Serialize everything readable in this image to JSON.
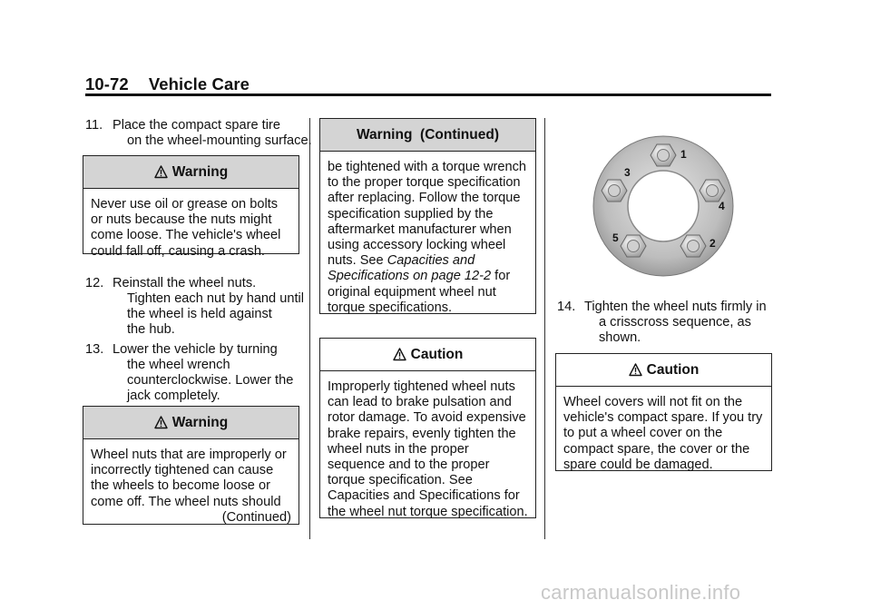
{
  "header": {
    "page_number": "10-72",
    "section": "Vehicle Care"
  },
  "col1": {
    "step11": {
      "num": "11.",
      "line1": "Place the compact spare tire",
      "line2": "on the wheel-mounting surface."
    },
    "warning1": {
      "title": "Warning",
      "lines": [
        "Never use oil or grease on bolts",
        "or nuts because the nuts might",
        "come loose. The vehicle's wheel",
        "could fall off, causing a crash."
      ]
    },
    "step12": {
      "num": "12.",
      "line1": "Reinstall the wheel nuts.",
      "lines": [
        "Tighten each nut by hand until",
        "the wheel is held against",
        "the hub."
      ]
    },
    "step13": {
      "num": "13.",
      "line1": "Lower the vehicle by turning",
      "lines": [
        "the wheel wrench",
        "counterclockwise. Lower the",
        "jack completely."
      ]
    },
    "warning2": {
      "title": "Warning",
      "lines": [
        "Wheel nuts that are improperly or",
        "incorrectly tightened can cause",
        "the wheels to become loose or",
        "come off. The wheel nuts should"
      ],
      "continued": "(Continued)"
    }
  },
  "col2": {
    "warning_cont": {
      "title": "Warning  (Continued)",
      "lines": [
        "be tightened with a torque wrench",
        "to the proper torque specification",
        "after replacing. Follow the torque",
        "specification supplied by the",
        "aftermarket manufacturer when",
        "using accessory locking wheel"
      ],
      "line7_pre": "nuts. See ",
      "line7_ital": "Capacities and",
      "line8_ital": "Specifications on page 12-2",
      "line8_post": " for",
      "lines_end": [
        "original equipment wheel nut",
        "torque specifications."
      ]
    },
    "caution1": {
      "title": "Caution",
      "lines": [
        "Improperly tightened wheel nuts",
        "can lead to brake pulsation and",
        "rotor damage. To avoid expensive",
        "brake repairs, evenly tighten the",
        "wheel nuts in the proper",
        "sequence and to the proper",
        "torque specification. See",
        "Capacities and Specifications for",
        "the wheel nut torque specification."
      ]
    }
  },
  "col3": {
    "diagram_labels": [
      "1",
      "2",
      "3",
      "4",
      "5"
    ],
    "step14": {
      "num": "14.",
      "line1": "Tighten the wheel nuts firmly in",
      "lines": [
        "a crisscross sequence, as",
        "shown."
      ]
    },
    "caution2": {
      "title": "Caution",
      "lines": [
        "Wheel covers will not fit on the",
        "vehicle's compact spare. If you try",
        "to put a wheel cover on the",
        "compact spare, the cover or the",
        "spare could be damaged."
      ]
    }
  },
  "watermark": "carmanualsonline.info",
  "colors": {
    "box_header": "#d4d4d4",
    "text": "#111111",
    "watermark": "#c8c8c8"
  }
}
